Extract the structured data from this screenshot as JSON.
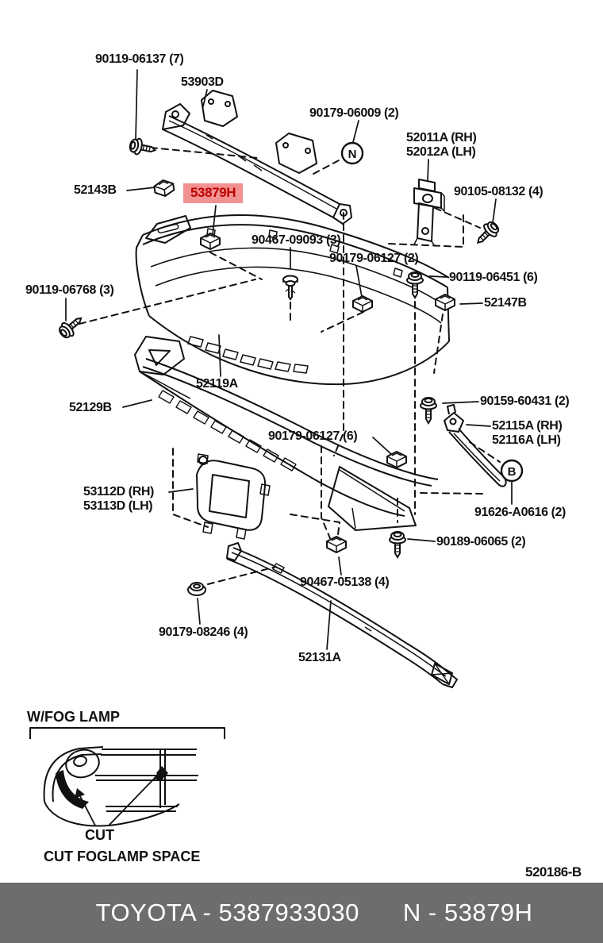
{
  "diagram": {
    "ref_code": "520186-B",
    "callouts": {
      "n": "N",
      "b": "B"
    },
    "inset": {
      "title": "W/FOG LAMP",
      "cut_label": "CUT",
      "caption": "CUT FOGLAMP SPACE"
    },
    "highlight": {
      "part": "53879H",
      "bg": "#f29191",
      "fg": "#c00000"
    },
    "labels": [
      {
        "id": "90119-06137",
        "text": "90119-06137 (7)"
      },
      {
        "id": "53903D",
        "text": "53903D"
      },
      {
        "id": "90179-06009",
        "text": "90179-06009 (2)"
      },
      {
        "id": "52011A",
        "text": "52011A (RH)"
      },
      {
        "id": "52012A",
        "text": "52012A (LH)"
      },
      {
        "id": "52143B",
        "text": "52143B"
      },
      {
        "id": "53879H",
        "text": "53879H"
      },
      {
        "id": "90105-08132",
        "text": "90105-08132 (4)"
      },
      {
        "id": "90467-09093",
        "text": "90467-09093 (3)"
      },
      {
        "id": "90179-06127-2",
        "text": "90179-06127 (2)"
      },
      {
        "id": "90119-06768",
        "text": "90119-06768 (3)"
      },
      {
        "id": "90119-06451",
        "text": "90119-06451 (6)"
      },
      {
        "id": "52147B",
        "text": "52147B"
      },
      {
        "id": "52119A",
        "text": "52119A"
      },
      {
        "id": "90159-60431",
        "text": "90159-60431 (2)"
      },
      {
        "id": "52129B",
        "text": "52129B"
      },
      {
        "id": "52115A",
        "text": "52115A (RH)"
      },
      {
        "id": "52116A",
        "text": "52116A (LH)"
      },
      {
        "id": "90179-06127-6",
        "text": "90179-06127 (6)"
      },
      {
        "id": "53112D",
        "text": "53112D (RH)"
      },
      {
        "id": "53113D",
        "text": "53113D (LH)"
      },
      {
        "id": "91626-A0616",
        "text": "91626-A0616 (2)"
      },
      {
        "id": "90189-06065",
        "text": "90189-06065 (2)"
      },
      {
        "id": "90467-05138",
        "text": "90467-05138 (4)"
      },
      {
        "id": "90179-08246",
        "text": "90179-08246 (4)"
      },
      {
        "id": "52131A",
        "text": "52131A"
      }
    ],
    "footer": {
      "brand_part": "TOYOTA - 5387933030",
      "catalog_code": "N - 53879H",
      "bg": "#6d6d6d"
    }
  }
}
